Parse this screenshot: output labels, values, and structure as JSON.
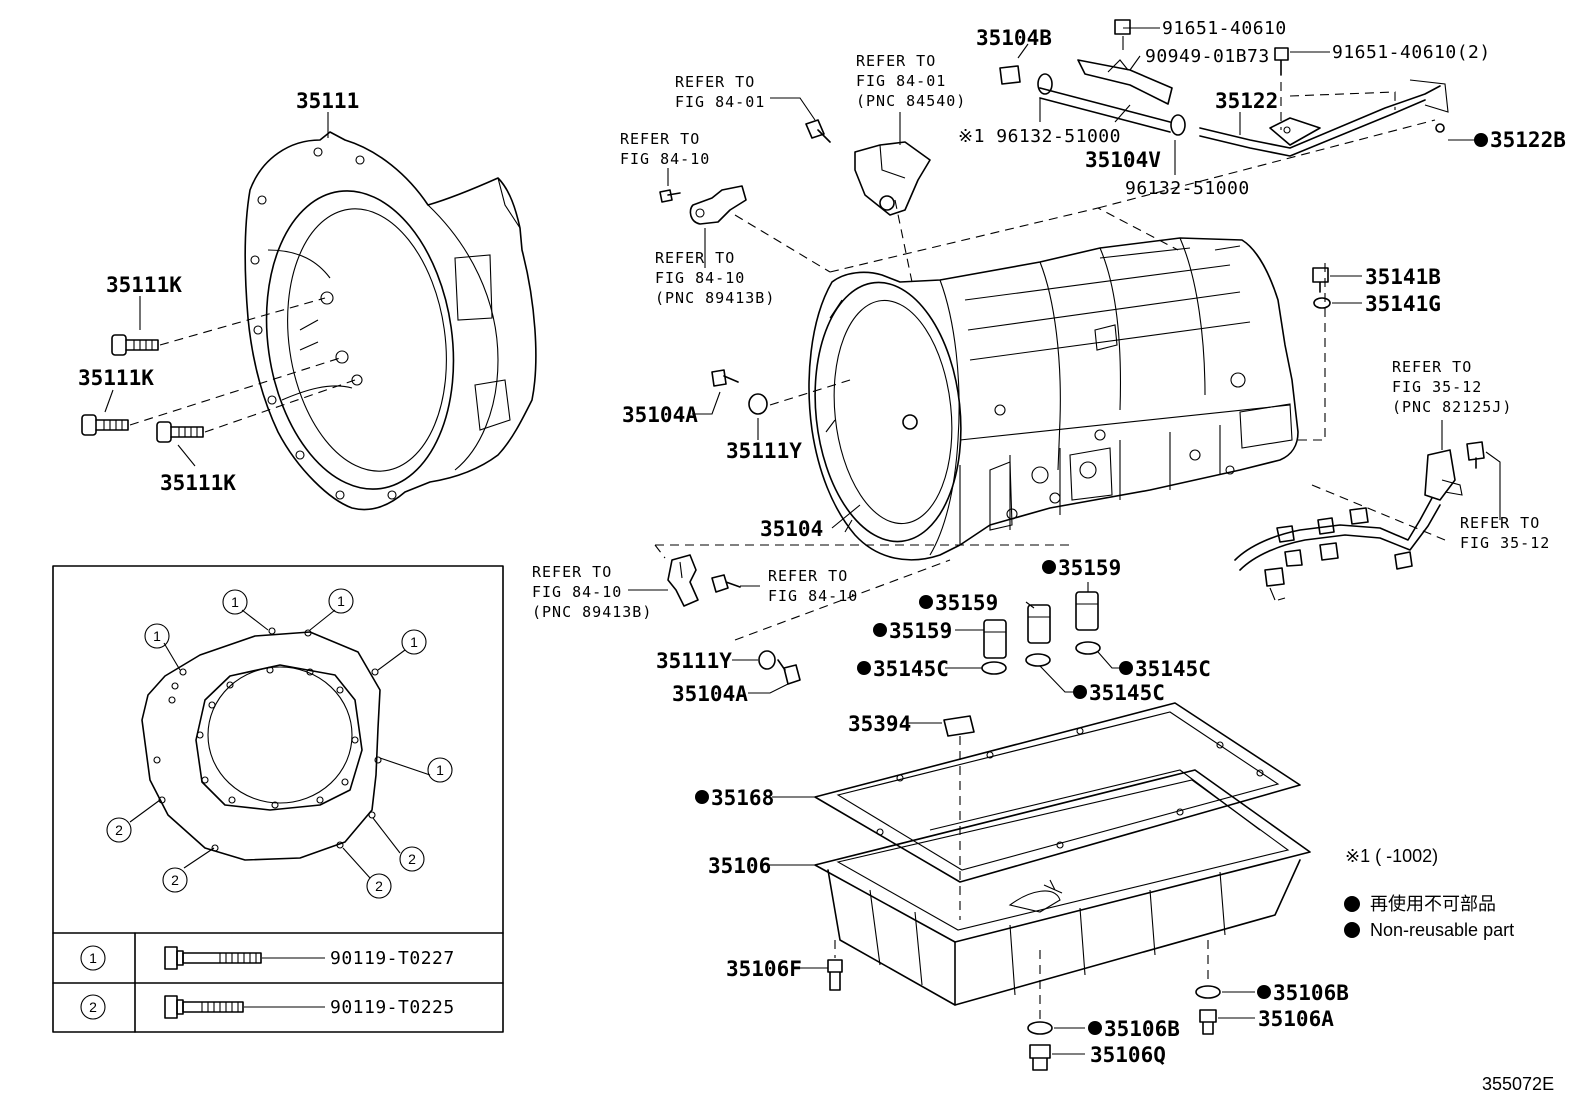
{
  "diagram_id": "355072E",
  "parts": {
    "p35111": "35111",
    "p35111K": "35111K",
    "p35104B": "35104B",
    "p91651a": "91651-40610",
    "p90949": "90949-01B73",
    "p91651b": "91651-40610(2)",
    "p35122": "35122",
    "p35122B": "35122B",
    "p96132a": "※1 96132-51000",
    "p35104V": "35104V",
    "p96132b": "96132-51000",
    "p35141B": "35141B",
    "p35141G": "35141G",
    "p35104A": "35104A",
    "p35111Y": "35111Y",
    "p35104": "35104",
    "p35159": "35159",
    "p35145C": "35145C",
    "p35394": "35394",
    "p35168": "35168",
    "p35106": "35106",
    "p35106F": "35106F",
    "p35106B": "35106B",
    "p35106A": "35106A",
    "p35106Q": "35106Q"
  },
  "refs": {
    "refer_to": "REFER TO",
    "fig8401": "FIG 84-01",
    "fig8410": "FIG 84-10",
    "fig3512": "FIG 35-12",
    "pnc84540": "(PNC 84540)",
    "pnc89413B": "(PNC 89413B)",
    "pnc82125J": "(PNC 82125J)"
  },
  "legend": {
    "footnote": "※1 (      -1002)",
    "non_reusable_jp": "再使用不可部品",
    "non_reusable_en": "Non-reusable part"
  },
  "bolt_table": {
    "row1_key": "1",
    "row1_part": "90119-T0227",
    "row2_key": "2",
    "row2_part": "90119-T0225"
  }
}
